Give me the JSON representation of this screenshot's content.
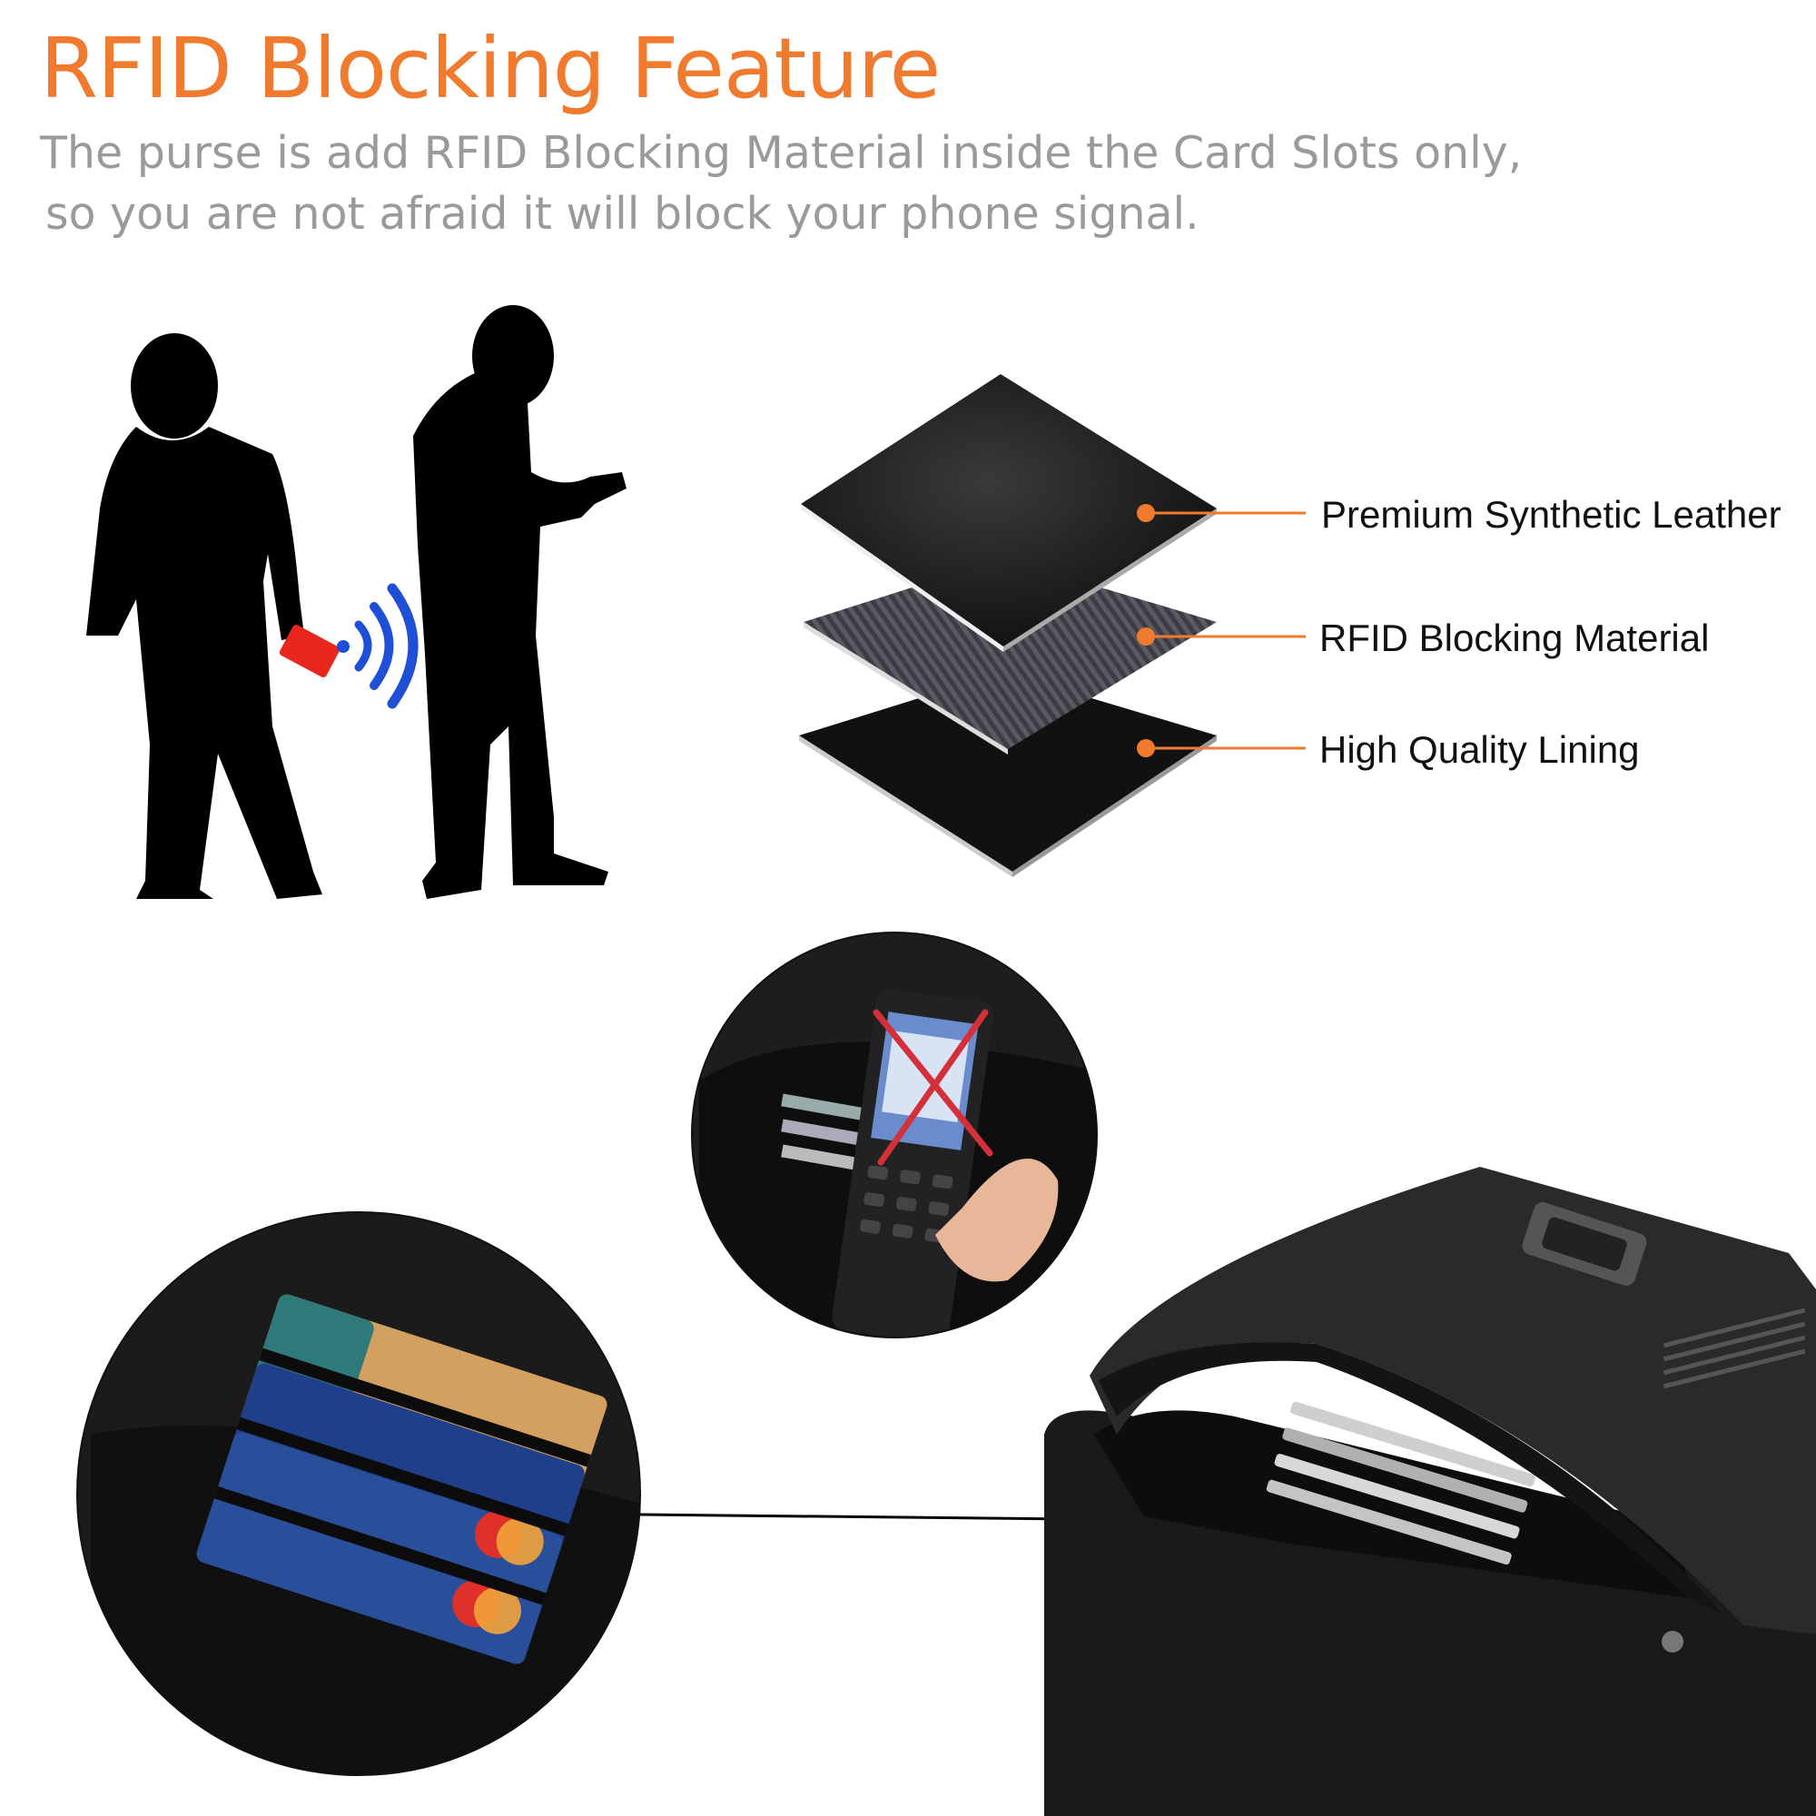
{
  "header": {
    "title": "RFID Blocking Feature",
    "subtitle_line1": "The purse is add RFID Blocking Material inside the Card Slots only,",
    "subtitle_line2": "so you are not afraid it will block your phone signal."
  },
  "layers": [
    {
      "label": "Premium Synthetic Leather"
    },
    {
      "label": "RFID Blocking Material"
    },
    {
      "label": "High Quality Lining"
    }
  ],
  "colors": {
    "accent": "#f07a2e",
    "subtitle": "#9a9a9a",
    "signal": "#1e4fd6",
    "card": "#e8261b",
    "cross": "#d4303a"
  },
  "icons": [
    "person-silhouette-icon",
    "rfid-signal-icon",
    "red-card-icon",
    "blocked-cross-icon"
  ]
}
